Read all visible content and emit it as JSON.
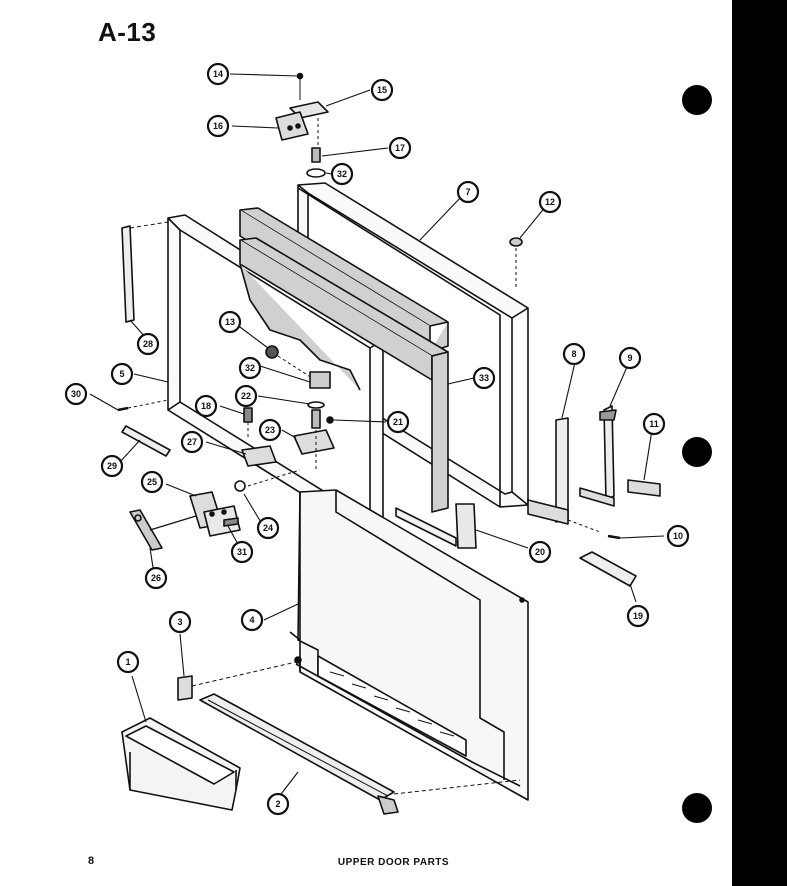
{
  "page": {
    "title": "A-13",
    "page_number": "8",
    "caption": "UPPER DOOR PARTS"
  },
  "callouts": [
    {
      "id": "c14",
      "label": "14"
    },
    {
      "id": "c15",
      "label": "15"
    },
    {
      "id": "c16",
      "label": "16"
    },
    {
      "id": "c17",
      "label": "17"
    },
    {
      "id": "c32a",
      "label": "32"
    },
    {
      "id": "c7",
      "label": "7"
    },
    {
      "id": "c12",
      "label": "12"
    },
    {
      "id": "c28",
      "label": "28"
    },
    {
      "id": "c13",
      "label": "13"
    },
    {
      "id": "c32b",
      "label": "32"
    },
    {
      "id": "c33",
      "label": "33"
    },
    {
      "id": "c5",
      "label": "5"
    },
    {
      "id": "c30",
      "label": "30"
    },
    {
      "id": "c22",
      "label": "22"
    },
    {
      "id": "c18a",
      "label": "18"
    },
    {
      "id": "c21",
      "label": "21"
    },
    {
      "id": "c23",
      "label": "23"
    },
    {
      "id": "c8",
      "label": "8"
    },
    {
      "id": "c9",
      "label": "9"
    },
    {
      "id": "c11",
      "label": "11"
    },
    {
      "id": "c29",
      "label": "29"
    },
    {
      "id": "c27",
      "label": "27"
    },
    {
      "id": "c25",
      "label": "25"
    },
    {
      "id": "c24",
      "label": "24"
    },
    {
      "id": "c31",
      "label": "31"
    },
    {
      "id": "c26",
      "label": "26"
    },
    {
      "id": "c20",
      "label": "20"
    },
    {
      "id": "c10",
      "label": "10"
    },
    {
      "id": "c19",
      "label": "19"
    },
    {
      "id": "c4",
      "label": "4"
    },
    {
      "id": "c3",
      "label": "3"
    },
    {
      "id": "c1",
      "label": "1"
    },
    {
      "id": "c2",
      "label": "2"
    }
  ],
  "colors": {
    "ink": "#111111",
    "paper": "#ffffff",
    "binding_bar": "#000000"
  }
}
